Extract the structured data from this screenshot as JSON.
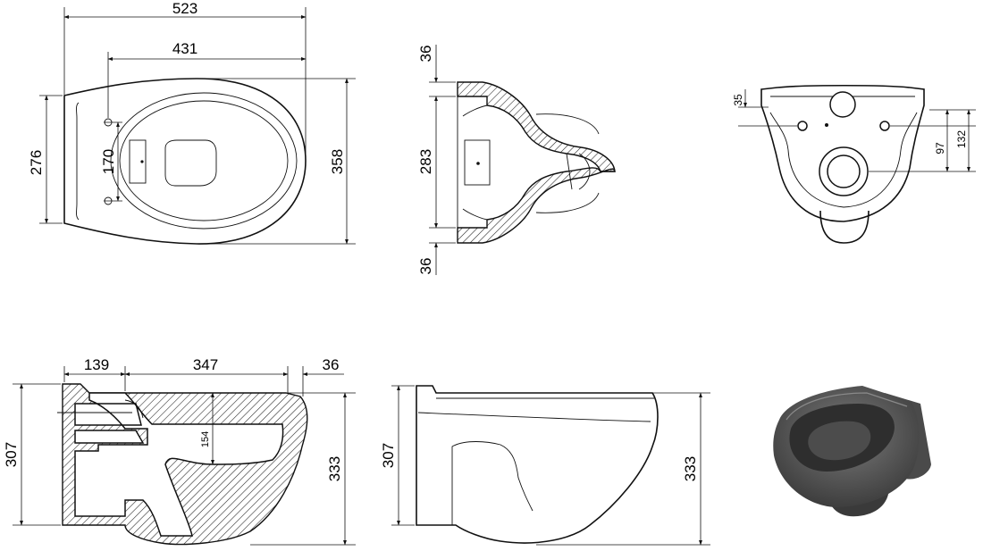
{
  "top_view": {
    "overall_length": "523",
    "fixing_distance": "431",
    "wall_width": "276",
    "overall_width": "358",
    "bolt_spacing": "170"
  },
  "section_view": {
    "top_margin": "36",
    "middle": "283",
    "bottom_margin": "36"
  },
  "rear_view": {
    "top_offset": "35",
    "outlet_height": "97",
    "fixing_height": "132"
  },
  "side_section": {
    "rear_depth": "139",
    "bowl_length": "347",
    "rim_thickness": "36",
    "wall_height": "307",
    "overall_height": "333",
    "trap_depth": "154"
  },
  "side_view": {
    "wall_height": "307",
    "overall_height": "333"
  },
  "colors": {
    "line": "#111111",
    "product_render": "#5a5a5a"
  }
}
